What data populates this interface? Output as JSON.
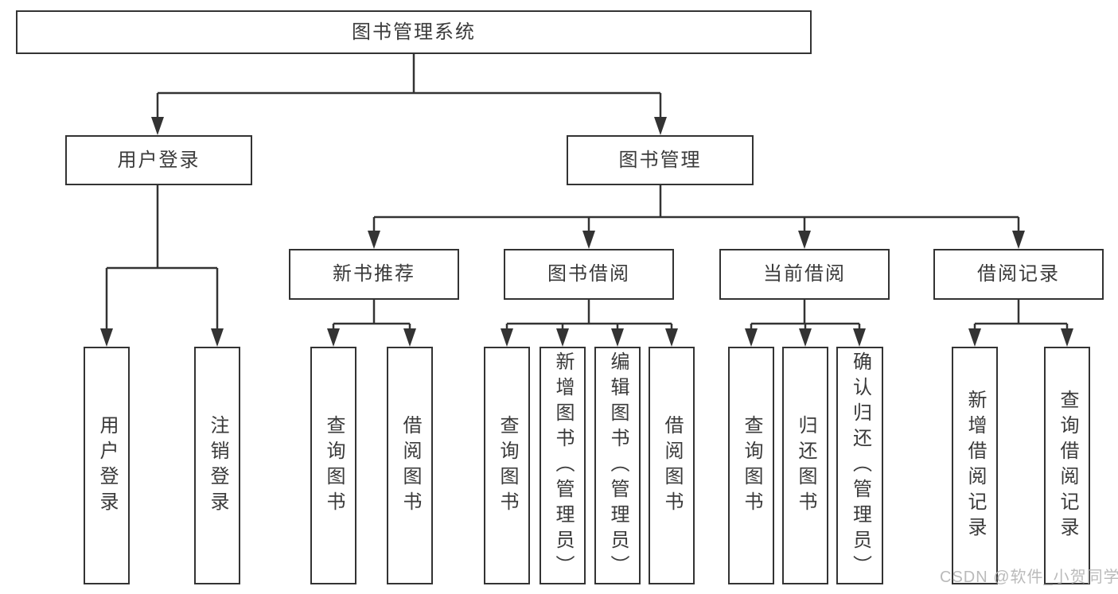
{
  "diagram": {
    "root": {
      "label": "图书管理系统"
    },
    "branches": [
      {
        "label": "用户登录",
        "children": [
          {
            "label": "用户登录"
          },
          {
            "label": "注销登录"
          }
        ]
      },
      {
        "label": "图书管理",
        "children": [
          {
            "label": "新书推荐",
            "children": [
              {
                "label": "查询图书"
              },
              {
                "label": "借阅图书"
              }
            ]
          },
          {
            "label": "图书借阅",
            "children": [
              {
                "label": "查询图书"
              },
              {
                "label": "新增图书（管理员）"
              },
              {
                "label": "编辑图书（管理员）"
              },
              {
                "label": "借阅图书"
              }
            ]
          },
          {
            "label": "当前借阅",
            "children": [
              {
                "label": "查询图书"
              },
              {
                "label": "归还图书"
              },
              {
                "label": "确认归还（管理员）"
              }
            ]
          },
          {
            "label": "借阅记录",
            "children": [
              {
                "label": "新增借阅记录"
              },
              {
                "label": "查询借阅记录"
              }
            ]
          }
        ]
      }
    ]
  },
  "watermark": {
    "text": "CSDN @软件_小贺同学"
  },
  "colors": {
    "line": "#333333",
    "text": "#3a3a3a",
    "watermark": "#b3b3b3",
    "background": "#ffffff"
  }
}
